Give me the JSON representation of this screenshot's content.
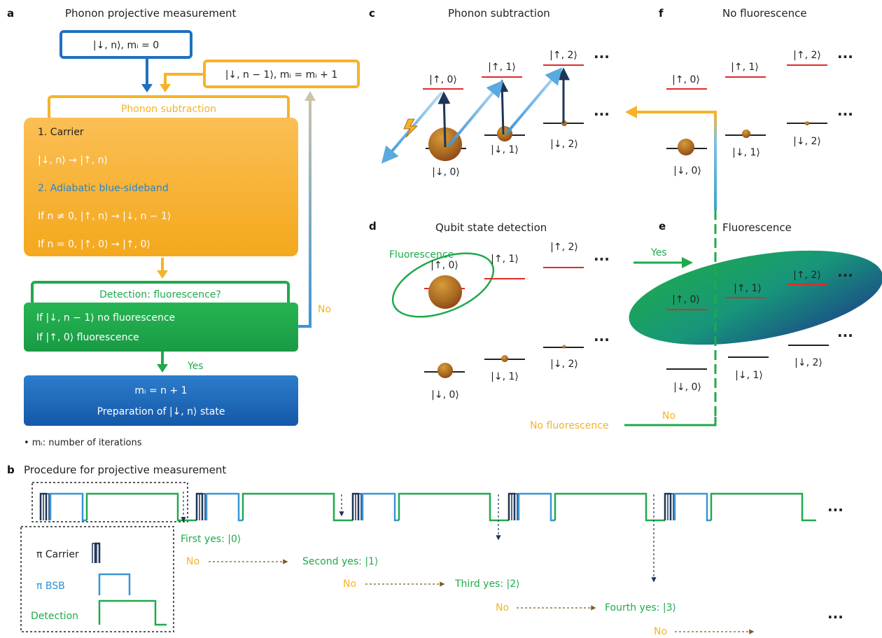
{
  "panels": {
    "a": "a",
    "b": "b",
    "c": "c",
    "d": "d",
    "e": "e",
    "f": "f"
  },
  "panel_a": {
    "title": "Phonon projective measurement",
    "start_box": "|↓, n⟩, mᵢ = 0",
    "loop_box": "|↓, n − 1⟩, mᵢ = mᵢ + 1",
    "subtraction_header": "Phonon subtraction",
    "step1": "1. Carrier",
    "step1_eq": "|↓, n⟩ → |↑, n⟩",
    "step2": "2. Adiabatic blue-sideband",
    "step2_eq1": "If n ≠ 0, |↑, n⟩ → |↓, n − 1⟩",
    "step2_eq2": "If n = 0, |↑, 0⟩ → |↑, 0⟩",
    "detection_header": "Detection: fluorescence?",
    "det_line1": "If |↓, n − 1⟩ no fluorescence",
    "det_line2": "If |↑, 0⟩     fluorescence",
    "no_label": "No",
    "yes_label": "Yes",
    "result_line1": "mᵢ = n + 1",
    "result_line2": "Preparation of |↓, n⟩ state",
    "footnote": "• mᵢ: number of iterations"
  },
  "panel_b": {
    "title": "Procedure for projective measurement",
    "legend": {
      "carrier": "π Carrier",
      "bsb": "π BSB",
      "detection": "Detection"
    },
    "outcomes": [
      {
        "no": "No",
        "yes": "First yes: |0⟩"
      },
      {
        "no": "No",
        "yes": "Second yes: |1⟩"
      },
      {
        "no": "No",
        "yes": "Third yes: |2⟩"
      },
      {
        "no": "No",
        "yes": "Fourth yes: |3⟩"
      },
      {
        "no": "No",
        "yes": ""
      }
    ],
    "ellipsis": "···"
  },
  "panel_c": {
    "title": "Phonon subtraction",
    "up_kets": [
      "|↑, 0⟩",
      "|↑, 1⟩",
      "|↑, 2⟩"
    ],
    "down_kets": [
      "|↓, 0⟩",
      "|↓, 1⟩",
      "|↓, 2⟩"
    ],
    "ellipsis": "···"
  },
  "panel_d": {
    "title": "Qubit state detection",
    "fluorescence": "Fluorescence",
    "yes": "Yes",
    "up_kets": [
      "|↑, 0⟩",
      "|↑, 1⟩",
      "|↑, 2⟩"
    ],
    "down_kets": [
      "|↓, 0⟩",
      "|↓, 1⟩",
      "|↓, 2⟩"
    ],
    "ellipsis": "···"
  },
  "panel_e": {
    "title": "Fluorescence",
    "up_kets": [
      "|↑, 0⟩",
      "|↑, 1⟩",
      "|↑, 2⟩"
    ],
    "down_kets": [
      "|↓, 0⟩",
      "|↓, 1⟩",
      "|↓, 2⟩"
    ],
    "no": "No",
    "no_fluorescence": "No fluorescence",
    "ellipsis": "···"
  },
  "panel_f": {
    "title": "No fluorescence",
    "up_kets": [
      "|↑, 0⟩",
      "|↑, 1⟩",
      "|↑, 2⟩"
    ],
    "down_kets": [
      "|↓, 0⟩",
      "|↓, 1⟩",
      "|↓, 2⟩"
    ],
    "ellipsis": "···"
  },
  "colors": {
    "blue": "#1f6fbf",
    "orange": "#f6b327",
    "green": "#1faa4c",
    "navy": "#1d3557",
    "red": "#e02a2a",
    "light_blue": "#3a95d8"
  }
}
